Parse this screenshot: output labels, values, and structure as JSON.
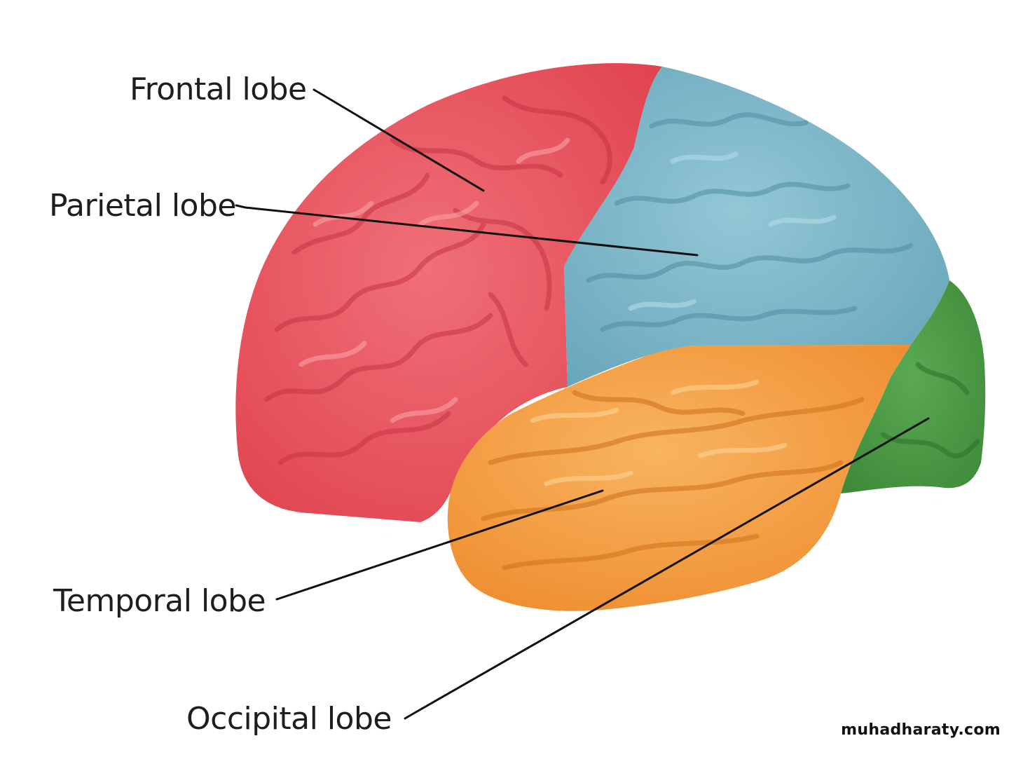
{
  "labels": {
    "frontal": "Frontal lobe",
    "parietal": "Parietal lobe",
    "temporal": "Temporal lobe",
    "occipital": "Occipital lobe"
  },
  "watermark": "muhadharaty.com",
  "colors": {
    "background": "#ffffff",
    "frontal_lobe": "#e8515b",
    "parietal_lobe": "#7db6c8",
    "temporal_lobe": "#f29a3e",
    "occipital_lobe": "#4b9a45",
    "leader_lines": "#111111"
  }
}
